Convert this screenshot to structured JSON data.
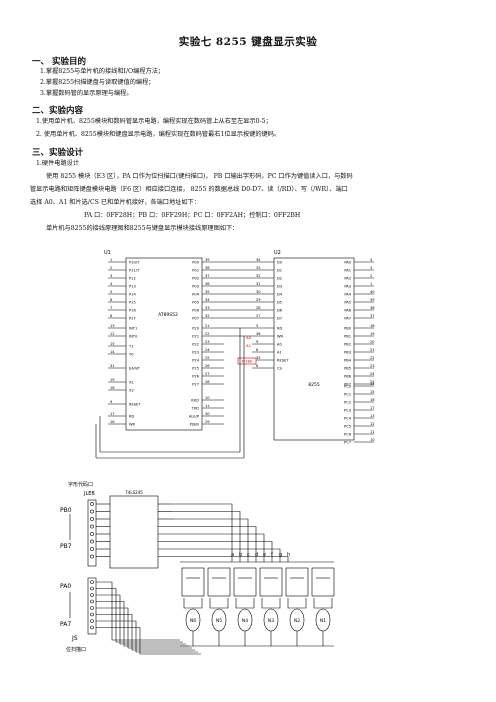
{
  "doc": {
    "title": "实验七   8255 键盘显示实验",
    "s1": {
      "heading": "一、  实验目的",
      "items": [
        "1.掌握8255与单片机的接线和I/O编程方法；",
        "2.掌握8255扫描键盘与读取键值的编程；",
        "3.掌握数码管的显示原理与编程。"
      ]
    },
    "s2": {
      "heading": "二、实验内容",
      "items": [
        "1.使用单片机、8255模块和数码管显示电路，编程实现在数码管上从右至左显示0-5；",
        "2.  使用单片机、8255模块和键盘显示电路，编程实现在数码管最右1位显示按键的键码。"
      ]
    },
    "s3": {
      "heading": "三、实验设计",
      "sub": "1.硬件电路设计",
      "para": [
        "使用 8255 模块（E3 区），PA 口作为位扫描口(键扫描口)，  PB 口输出字形码，PC 口作为键值读入口，与数码",
        "管显示电路和矩阵键盘模块电路（F6 区）相应接口连接，  8255 的数据总线 D0-D7、读（/RD）、写（/WR）、端口",
        "选择 A0、A1 和片选/CS 已和单片机接好，各端口地址如下："
      ],
      "ports": "PA 口：0FF28H；PB 口：0FF29H；PC 口：0FF2AH；控制口：0FF2BH",
      "caption": "单片机与8255的接线原理图和8255与键盘显示模块接线原理图如下："
    }
  },
  "schematic": {
    "u1": "U1",
    "u2": "U2",
    "mcu": "AT89S52",
    "ppi": "8255",
    "mcu_left": [
      "P10/T",
      "P11/T",
      "P12",
      "P13",
      "P14",
      "P15",
      "P16",
      "P17",
      "INT1",
      "INT0",
      "T1",
      "T0",
      "EA/VP",
      "X1",
      "X2",
      "RESET",
      "RD",
      "WR"
    ],
    "mcu_left_nums": [
      "1",
      "2",
      "3",
      "4",
      "5",
      "6",
      "7",
      "8",
      "13",
      "12",
      "15",
      "14",
      "31",
      "19",
      "18",
      "9",
      "17",
      "16"
    ],
    "mcu_right": [
      "P00",
      "P01",
      "P02",
      "P03",
      "P04",
      "P05",
      "P06",
      "P07",
      "P20",
      "P21",
      "P22",
      "P23",
      "P24",
      "P25",
      "P26",
      "P27",
      "RXD",
      "TXD",
      "ALE/P",
      "PSEN"
    ],
    "mcu_right_nums": [
      "39",
      "38",
      "37",
      "36",
      "35",
      "34",
      "33",
      "32",
      "21",
      "22",
      "23",
      "24",
      "25",
      "26",
      "27",
      "28",
      "10",
      "11",
      "30",
      "29"
    ],
    "ppi_left": [
      "D0",
      "D1",
      "D2",
      "D3",
      "D4",
      "D5",
      "D6",
      "D7",
      "RD",
      "WR",
      "A0",
      "A1",
      "RESET",
      "CS"
    ],
    "ppi_left_nums": [
      "34",
      "33",
      "32",
      "31",
      "30",
      "29",
      "28",
      "27",
      "5",
      "36",
      "9",
      "8",
      "35",
      "6"
    ],
    "ppi_right": [
      "PA0",
      "PA1",
      "PA2",
      "PA3",
      "PA4",
      "PA5",
      "PA6",
      "PA7",
      "PB0",
      "PB1",
      "PB2",
      "PB3",
      "PB4",
      "PB5",
      "PB6",
      "PB7",
      "PC0",
      "PC1",
      "PC2",
      "PC3",
      "PC4",
      "PC5",
      "PC6",
      "PC7"
    ],
    "ppi_right_nums": [
      "4",
      "3",
      "2",
      "1",
      "40",
      "39",
      "38",
      "37",
      "18",
      "19",
      "20",
      "21",
      "22",
      "23",
      "24",
      "25",
      "14",
      "15",
      "16",
      "17",
      "13",
      "12",
      "11",
      "10"
    ],
    "addr_labels": [
      "A0",
      "A1",
      "FF28H"
    ],
    "j_top": "字形代码口",
    "jleb": "JLEB",
    "pb0": "PB0",
    "pb7": "PB7",
    "pa0": "PA0",
    "pa7": "PA7",
    "js": "JS",
    "j_bottom": "位扫描口",
    "buf": "74LS245",
    "segs": [
      "a",
      "b",
      "c",
      "d",
      "e",
      "f",
      "g",
      "h"
    ],
    "digits": [
      "N6",
      "N5",
      "N4",
      "N3",
      "N2",
      "N1"
    ]
  }
}
